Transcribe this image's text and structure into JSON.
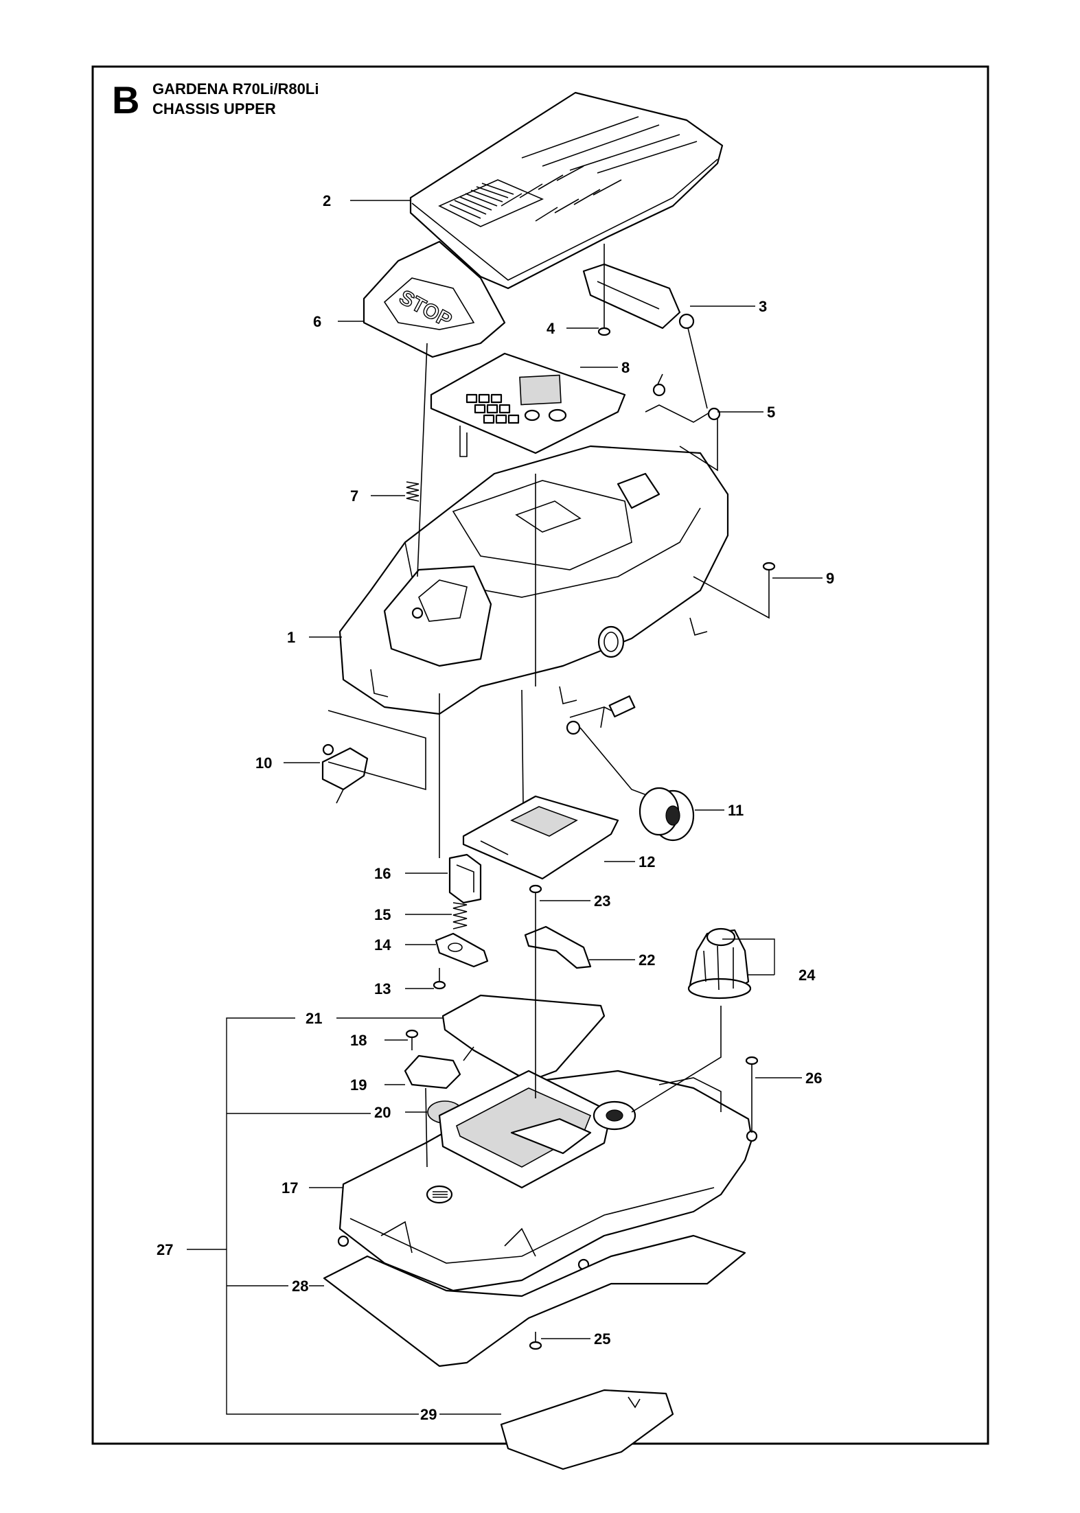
{
  "header": {
    "section_letter": "B",
    "title_line1": "GARDENA  R70Li/R80Li",
    "title_line2": "CHASSIS UPPER"
  },
  "components": {
    "stop_button_text": "STOP"
  },
  "callouts": [
    {
      "id": "c1",
      "label": "1"
    },
    {
      "id": "c2",
      "label": "2"
    },
    {
      "id": "c3",
      "label": "3"
    },
    {
      "id": "c4",
      "label": "4"
    },
    {
      "id": "c5",
      "label": "5"
    },
    {
      "id": "c6",
      "label": "6"
    },
    {
      "id": "c7",
      "label": "7"
    },
    {
      "id": "c8",
      "label": "8"
    },
    {
      "id": "c9",
      "label": "9"
    },
    {
      "id": "c10",
      "label": "10"
    },
    {
      "id": "c11",
      "label": "11"
    },
    {
      "id": "c12",
      "label": "12"
    },
    {
      "id": "c13",
      "label": "13"
    },
    {
      "id": "c14",
      "label": "14"
    },
    {
      "id": "c15",
      "label": "15"
    },
    {
      "id": "c16",
      "label": "16"
    },
    {
      "id": "c17",
      "label": "17"
    },
    {
      "id": "c18",
      "label": "18"
    },
    {
      "id": "c19",
      "label": "19"
    },
    {
      "id": "c20",
      "label": "20"
    },
    {
      "id": "c21",
      "label": "21"
    },
    {
      "id": "c22",
      "label": "22"
    },
    {
      "id": "c23",
      "label": "23"
    },
    {
      "id": "c24",
      "label": "24"
    },
    {
      "id": "c25",
      "label": "25"
    },
    {
      "id": "c26",
      "label": "26"
    },
    {
      "id": "c27",
      "label": "27"
    },
    {
      "id": "c28",
      "label": "28"
    },
    {
      "id": "c29",
      "label": "29"
    }
  ]
}
